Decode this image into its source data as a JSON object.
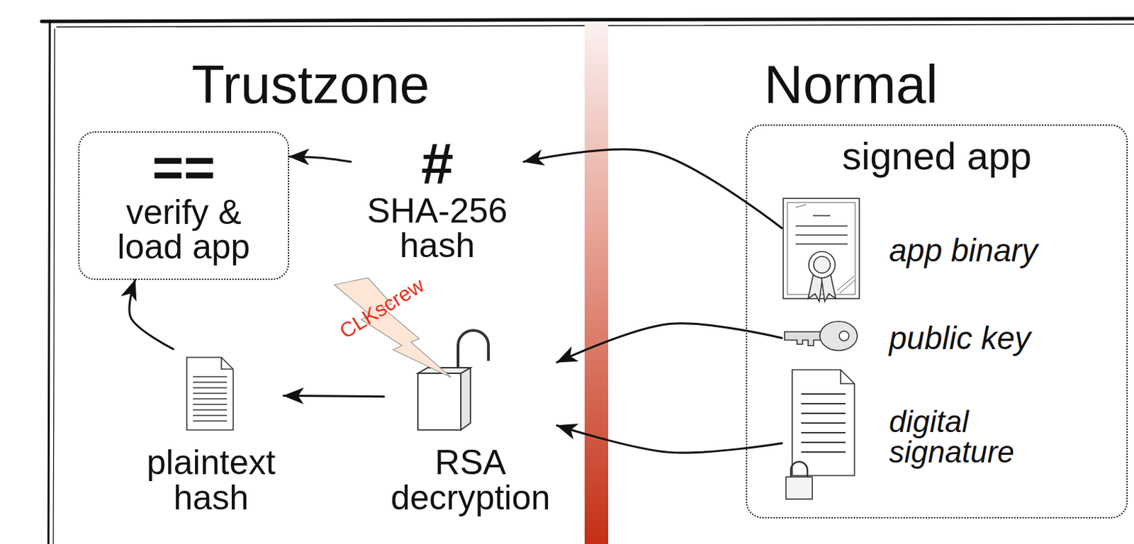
{
  "diagram": {
    "nodes": [
      {
        "text": [
          "==",
          "verify & load app"
        ]
      },
      {
        "text": [
          "#",
          "SHA-256 hash"
        ]
      },
      {
        "text": [
          "signed app"
        ]
      },
      {
        "text": [
          "app binary"
        ],
        "in": 2
      },
      {
        "text": [
          "public key"
        ],
        "in": 2
      },
      {
        "text": [
          "plaintext hash"
        ]
      },
      {
        "text": [
          "RSA decryption"
        ]
      },
      {
        "text": [
          "digital signature"
        ],
        "in": 2
      }
    ],
    "edges": [
      {
        "from": 3,
        "to": 1,
        "arrow": "to"
      },
      {
        "from": 1,
        "to": 0,
        "arrow": "to"
      },
      {
        "from": 4,
        "to": 6,
        "arrow": "to"
      },
      {
        "from": 7,
        "to": 6,
        "arrow": "to"
      },
      {
        "from": 6,
        "to": 5,
        "arrow": "to"
      },
      {
        "from": 5,
        "to": 0,
        "arrow": "to"
      }
    ],
    "labels": [
      "Trustzone",
      "Normal",
      "CLKscrew"
    ]
  }
}
